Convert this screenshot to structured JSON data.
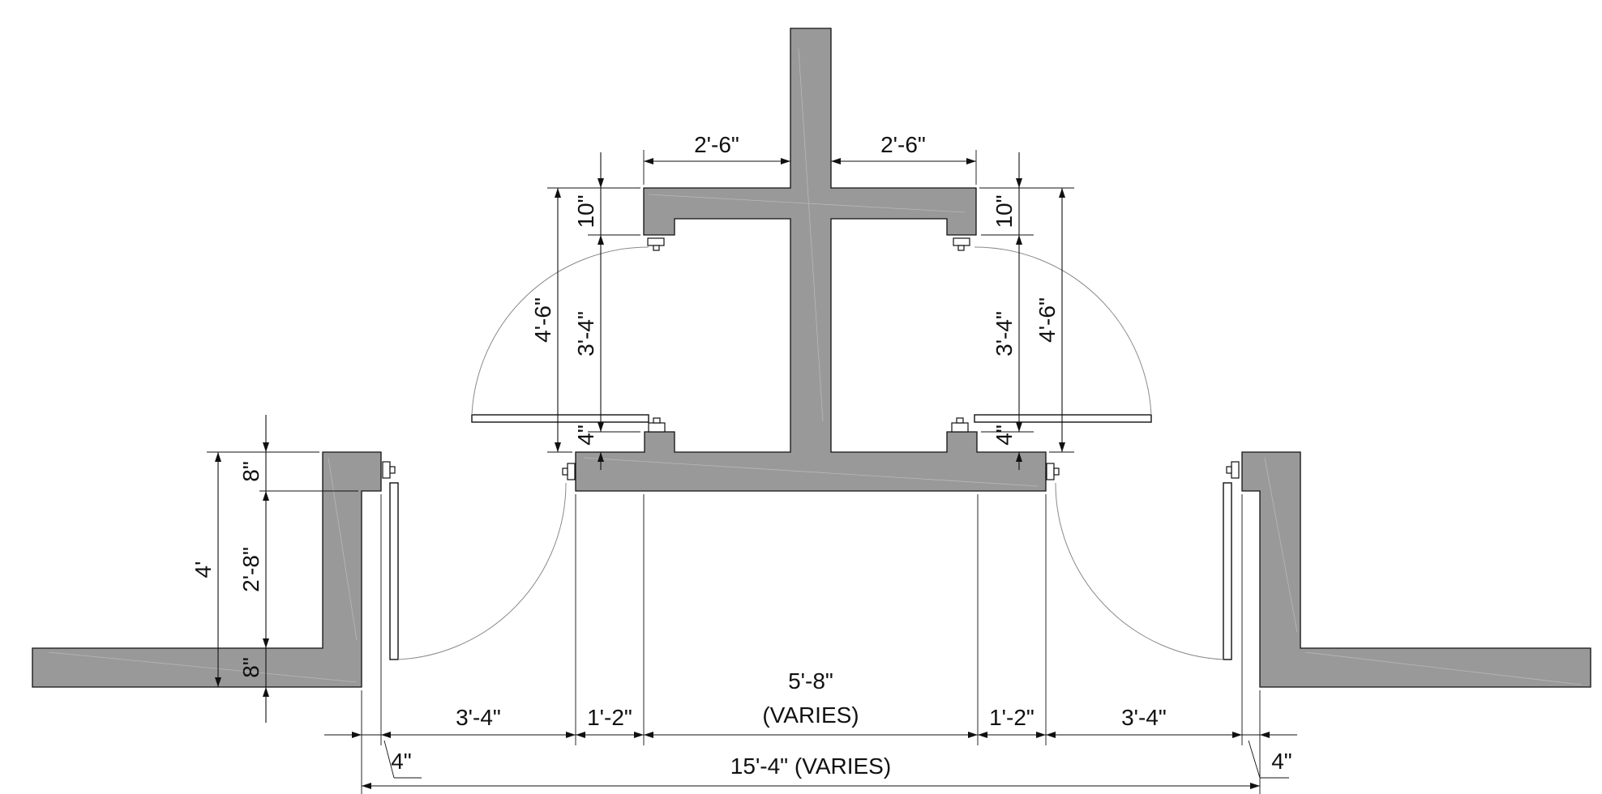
{
  "dimensions": {
    "top_left_width": "2'-6\"",
    "top_right_width": "2'-6\"",
    "left_cap_10": "10\"",
    "right_cap_10": "10\"",
    "left_overall_4_6": "4'-6\"",
    "right_overall_4_6": "4'-6\"",
    "left_opening_3_4": "3'-4\"",
    "right_opening_3_4": "3'-4\"",
    "left_curb_4": "4\"",
    "right_curb_4": "4\"",
    "side_total_4": "4'",
    "side_top_8": "8\"",
    "side_mid_2_8": "2'-8\"",
    "side_bottom_8": "8\"",
    "bottom_left_3_4": "3'-4\"",
    "bottom_left_1_2": "1'-2\"",
    "center_5_8": "5'-8\"",
    "center_varies": "(VARIES)",
    "bottom_right_1_2": "1'-2\"",
    "bottom_right_3_4": "3'-4\"",
    "left_wall_4": "4\"",
    "overall": "15'-4\" (VARIES)",
    "right_wall_4": "4\""
  }
}
